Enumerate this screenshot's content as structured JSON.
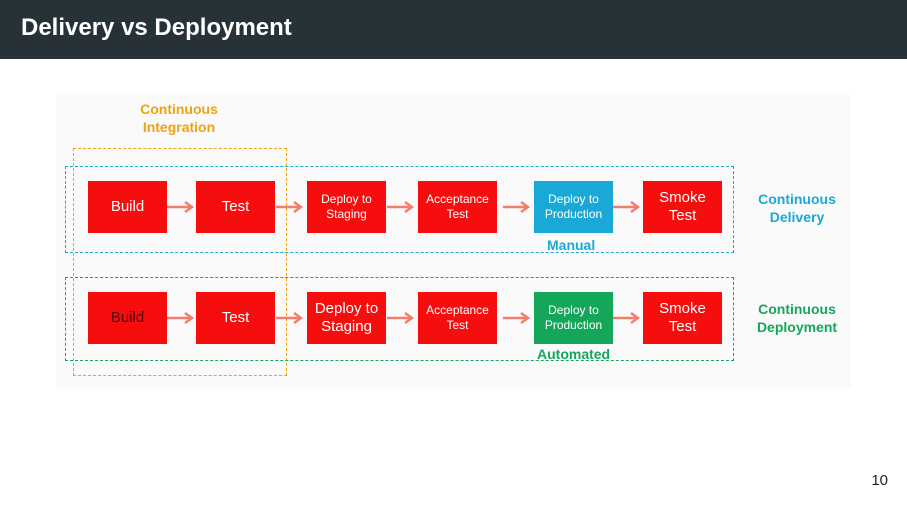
{
  "slide": {
    "title": "Delivery vs Deployment",
    "page_number": "10"
  },
  "diagram": {
    "ci_label": "Continuous\nIntegration",
    "delivery": {
      "label": "Continuous\nDelivery",
      "stages": [
        "Build",
        "Test",
        "Deploy to\nStaging",
        "Acceptance\nTest",
        "Deploy to\nProduction",
        "Smoke\nTest"
      ],
      "gate_label": "Manual"
    },
    "deployment": {
      "label": "Continuous\nDeployment",
      "stages": [
        "Build",
        "Test",
        "Deploy to\nStaging",
        "Acceptance\nTest",
        "Deploy to\nProduction",
        "Smoke\nTest"
      ],
      "gate_label": "Automated"
    }
  },
  "colors": {
    "title_bar": "#263238",
    "stage_red": "#f60d0d",
    "manual_blue": "#1aa9d6",
    "delivery_blue": "#1aa9d6",
    "automated_green": "#14a75a",
    "ci_orange": "#f0a30a",
    "arrow": "#f47c6b"
  }
}
